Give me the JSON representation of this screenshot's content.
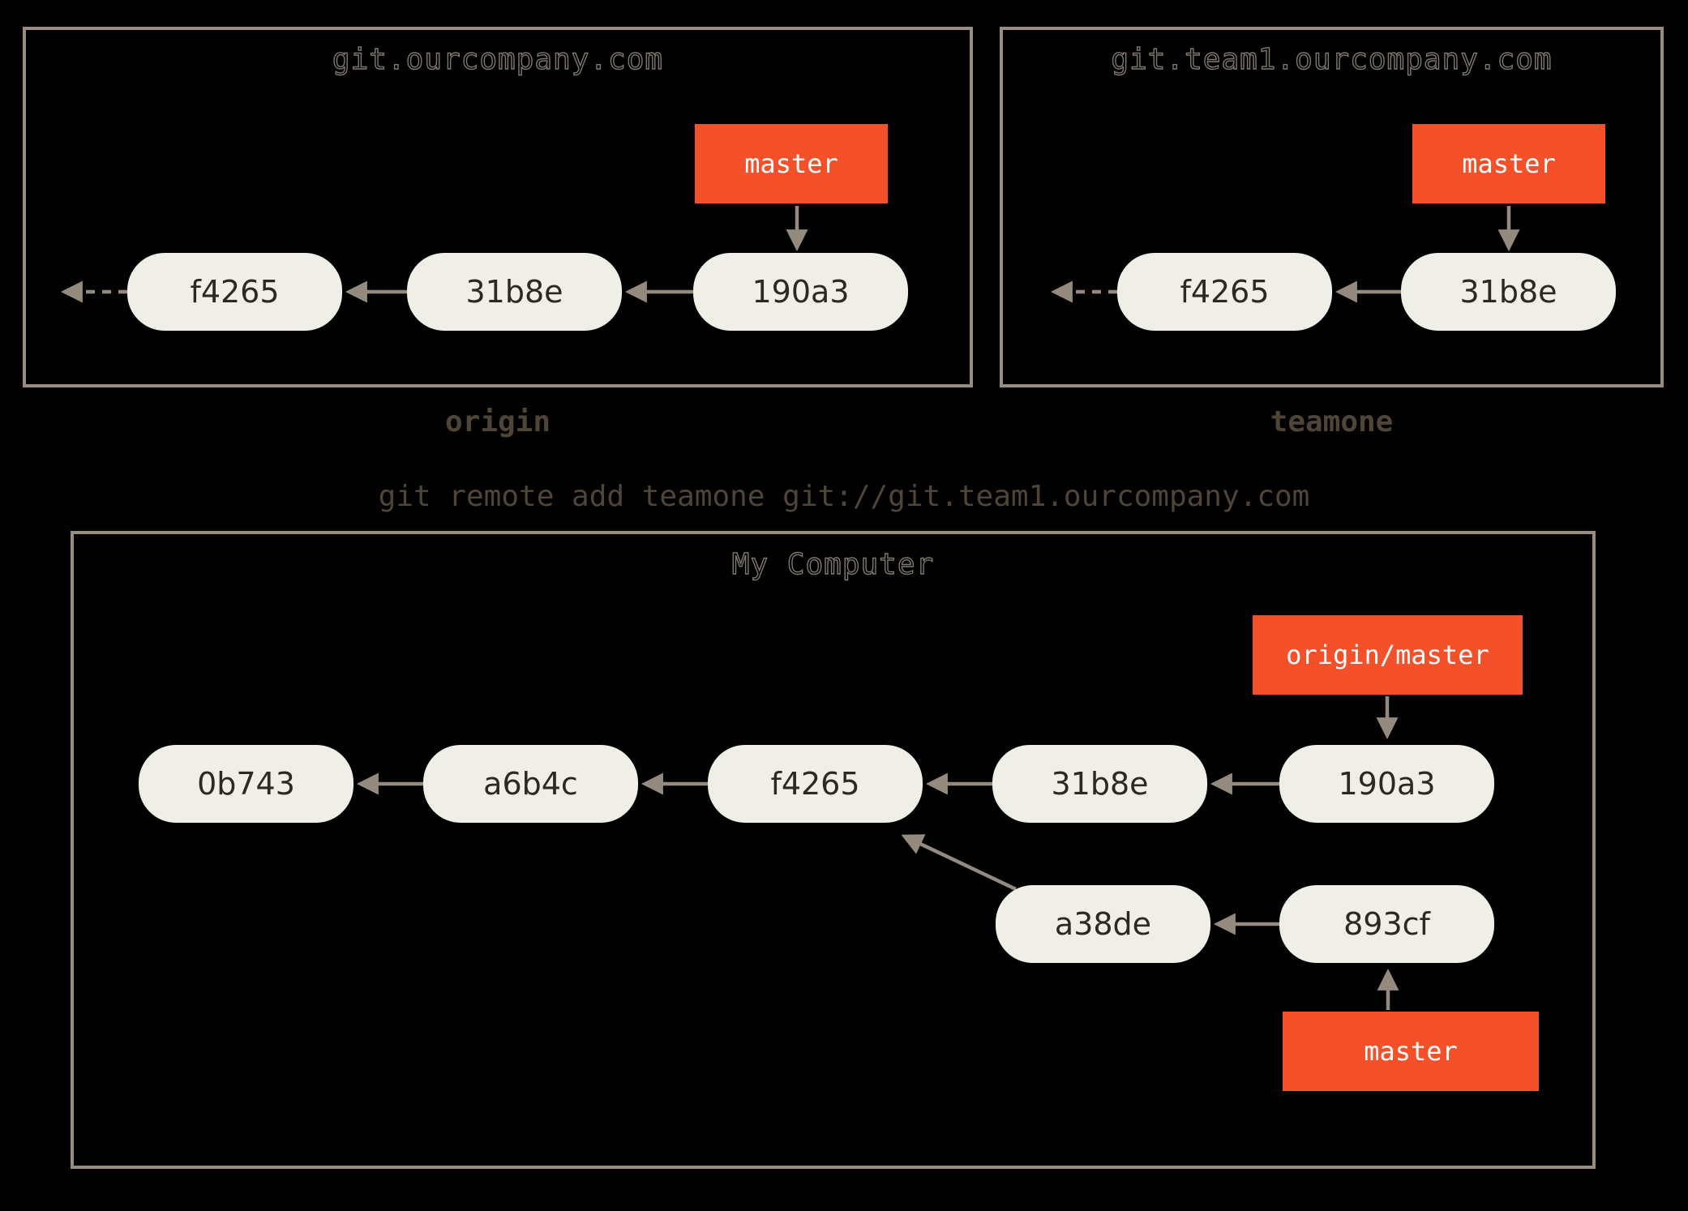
{
  "colors": {
    "background": "#000000",
    "accent_red": "#f4502a",
    "node_fill": "#f0efe7",
    "node_text": "#2d2921",
    "arrow": "#948b7e",
    "box_border": "#978e81",
    "caption_text": "#4e4437",
    "label_text": "#ffffff",
    "title_outline": "#7e786e"
  },
  "remote_origin": {
    "host": "git.ourcompany.com",
    "caption": "origin",
    "branch_label": "master",
    "commits": [
      "f4265",
      "31b8e",
      "190a3"
    ]
  },
  "remote_teamone": {
    "host": "git.team1.ourcompany.com",
    "caption": "teamone",
    "branch_label": "master",
    "commits": [
      "f4265",
      "31b8e"
    ]
  },
  "command": {
    "text": "git remote add teamone git://git.team1.ourcompany.com"
  },
  "local": {
    "title": "My Computer",
    "remote_branch_label": "origin/master",
    "branch_label": "master",
    "main_commits": [
      "0b743",
      "a6b4c",
      "f4265",
      "31b8e",
      "190a3"
    ],
    "topic_commits": [
      "a38de",
      "893cf"
    ]
  }
}
